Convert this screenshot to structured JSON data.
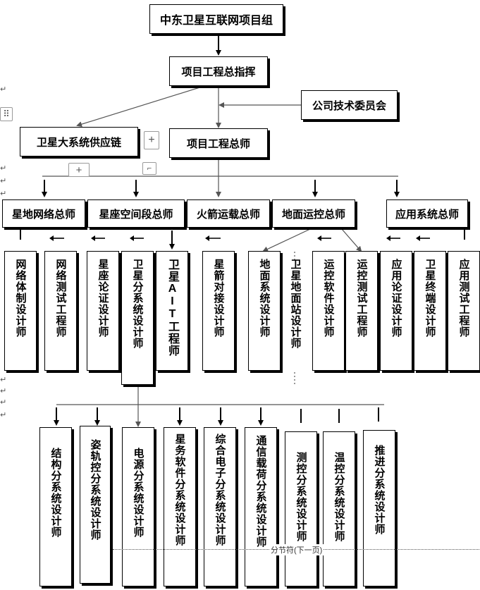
{
  "org": {
    "root": "中东卫星互联网项目组",
    "chief_commander": "项目工程总指挥",
    "committee": "公司技术委员会",
    "supply_chain": "卫星大系统供应链",
    "chief_engineer": "项目工程总师"
  },
  "divisions": [
    {
      "label": "星地网络总师"
    },
    {
      "label": "星座空间段总师"
    },
    {
      "label": "火箭运载总师"
    },
    {
      "label": "地面运控总师"
    },
    {
      "label": "应用系统总师"
    }
  ],
  "designers": [
    {
      "label": "网络体制设计师"
    },
    {
      "label": "网络测试工程师"
    },
    {
      "label": "星座论证设计师"
    },
    {
      "label": "卫星分系统设计师"
    },
    {
      "label": "卫星AIT工程师"
    },
    {
      "label": "星箭对接设计师"
    },
    {
      "label": "地面系统设计师"
    },
    {
      "label": "卫星地面站设计师"
    },
    {
      "label": "运控软件设计师"
    },
    {
      "label": "运控测试工程师"
    },
    {
      "label": "应用论证设计师"
    },
    {
      "label": "卫星终端设计师"
    },
    {
      "label": "应用测试工程师"
    }
  ],
  "subsystems": [
    {
      "label": "结构分系统设计师"
    },
    {
      "label": "姿轨控分系统设计师"
    },
    {
      "label": "电源分系统设计师"
    },
    {
      "label": "星务软件分系统设计师"
    },
    {
      "label": "综合电子分系统设计师"
    },
    {
      "label": "通信载荷分系统设计师"
    },
    {
      "label": "测控分系统设计师"
    },
    {
      "label": "温控分系统设计师"
    },
    {
      "label": "推进分系统设计师"
    }
  ],
  "editor": {
    "section_break": "分节符(下一页)",
    "paragraph_mark": "↵",
    "move_handle": "⠿",
    "add_icon": "+"
  }
}
